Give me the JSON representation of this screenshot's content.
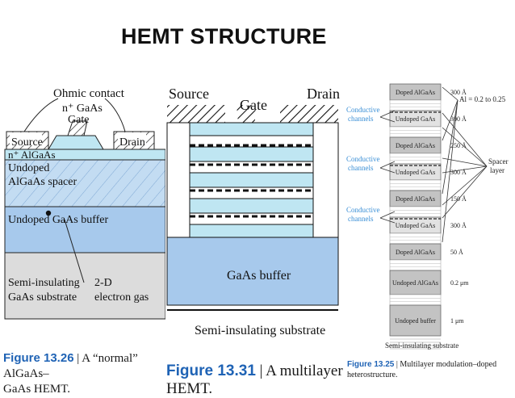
{
  "page": {
    "title": "HEMT STRUCTURE"
  },
  "fig1": {
    "labels": {
      "ohmic_contact": "Ohmic contact",
      "n_gaas": "n⁺ GaAs",
      "gate": "Gate",
      "source": "Source",
      "drain": "Drain",
      "n_algaas": "n⁺ AlGaAs",
      "undoped": "Undoped",
      "spacer": "AlGaAs spacer",
      "buffer": "Undoped GaAs buffer",
      "semi1": "Semi-insulating",
      "semi2": "GaAs substrate",
      "twod1": "2-D",
      "twod2": "electron gas"
    },
    "caption_fig": "Figure 13.26",
    "caption_rest": " | A “normal” AlGaAs–",
    "caption_line2": "GaAs HEMT.",
    "colors": {
      "cyan": "#bfe6f2",
      "blue": "#a7c9ec"
    }
  },
  "fig2": {
    "labels": {
      "source": "Source",
      "gate": "Gate",
      "drain": "Drain",
      "buffer": "GaAs buffer",
      "substrate": "Semi-insulating substrate"
    },
    "caption_fig": "Figure 13.31",
    "caption_rest": " | A multilayer HEMT."
  },
  "fig3": {
    "layers": [
      "Doped AlGaAs",
      "Undoped GaAs",
      "Doped AlGaAs",
      "Undoped GaAs",
      "Doped AlGaAs",
      "Undoped GaAs",
      "Doped AlGaAs",
      "Undoped AlGaAs",
      "Undoped buffer"
    ],
    "thicknesses": [
      "300 Å",
      "300 Å",
      "250 Å",
      "300 Å",
      "150 Å",
      "300 Å",
      "50 Å",
      "0.2 μm",
      "1 μm"
    ],
    "al_note": "Al = 0.2 to 0.25",
    "spacer1": "Spacer",
    "spacer2": "layer",
    "conductive": "Conductive",
    "channels": "channels",
    "substrate": "Semi-insulating substrate",
    "caption_fig": "Figure 13.25",
    "caption_rest": " | Multilayer modulation–doped",
    "caption_line2": "heterostructure."
  }
}
